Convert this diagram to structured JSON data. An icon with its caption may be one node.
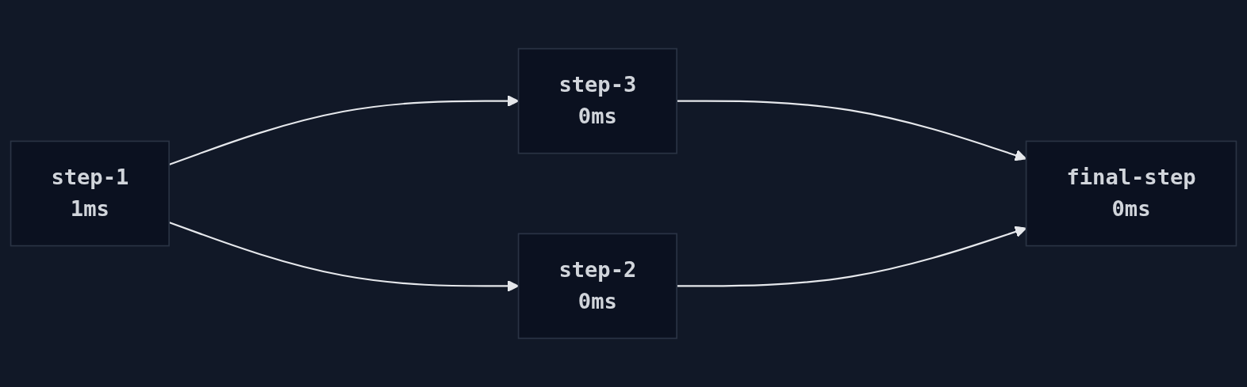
{
  "diagram": {
    "nodes": [
      {
        "text": [
          "step-1",
          "1ms"
        ]
      },
      {
        "text": [
          "step-3",
          "0ms"
        ]
      },
      {
        "text": [
          "step-2",
          "0ms"
        ]
      },
      {
        "text": [
          "final-step",
          "0ms"
        ]
      }
    ],
    "edges": [
      {
        "from": 0,
        "to": 1,
        "arrow": "to"
      },
      {
        "from": 0,
        "to": 2,
        "arrow": "to"
      },
      {
        "from": 1,
        "to": 3,
        "arrow": "to"
      },
      {
        "from": 2,
        "to": 3,
        "arrow": "to"
      }
    ]
  }
}
